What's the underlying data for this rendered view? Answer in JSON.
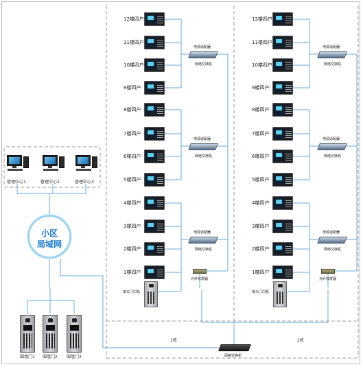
{
  "diagram": {
    "lan": {
      "line1": "小区",
      "line2": "局域网"
    },
    "management_centers": [
      "管理中心1",
      "管理中心2",
      "管理中心3"
    ],
    "wall_gates": [
      "围墙门1",
      "围墙门2",
      "围墙门3"
    ],
    "buildings": [
      {
        "label": "1栋",
        "floors": [
          "12楼四户",
          "11楼四户",
          "10楼四户",
          "9楼四户",
          "8楼四户",
          "7楼四户",
          "6楼四户",
          "5楼四户",
          "4楼四户",
          "3楼四户",
          "2楼四户",
          "1楼四户"
        ],
        "door_unit": "单元门口机",
        "switch_groups": [
          {
            "adapter": "电源适配器",
            "switch": "网络交换机"
          },
          {
            "adapter": "电源适配器",
            "switch": "网络交换机"
          },
          {
            "adapter": "电源适配器",
            "switch": "网络交换机"
          }
        ],
        "fiber": "光纤收发器"
      },
      {
        "label": "2栋",
        "floors": [
          "12楼四户",
          "11楼四户",
          "10楼四户",
          "9楼四户",
          "8楼四户",
          "7楼四户",
          "6楼四户",
          "5楼四户",
          "4楼四户",
          "3楼四户",
          "2楼四户",
          "1楼四户"
        ],
        "door_unit": "单元门口机",
        "switch_groups": [
          {
            "adapter": "电源适配器",
            "switch": "网络交换机"
          },
          {
            "adapter": "电源适配器",
            "switch": "网络交换机"
          },
          {
            "adapter": "电源适配器",
            "switch": "网络交换机"
          }
        ],
        "fiber": "光纤收发器"
      }
    ],
    "main_switch": "网络交换机"
  }
}
